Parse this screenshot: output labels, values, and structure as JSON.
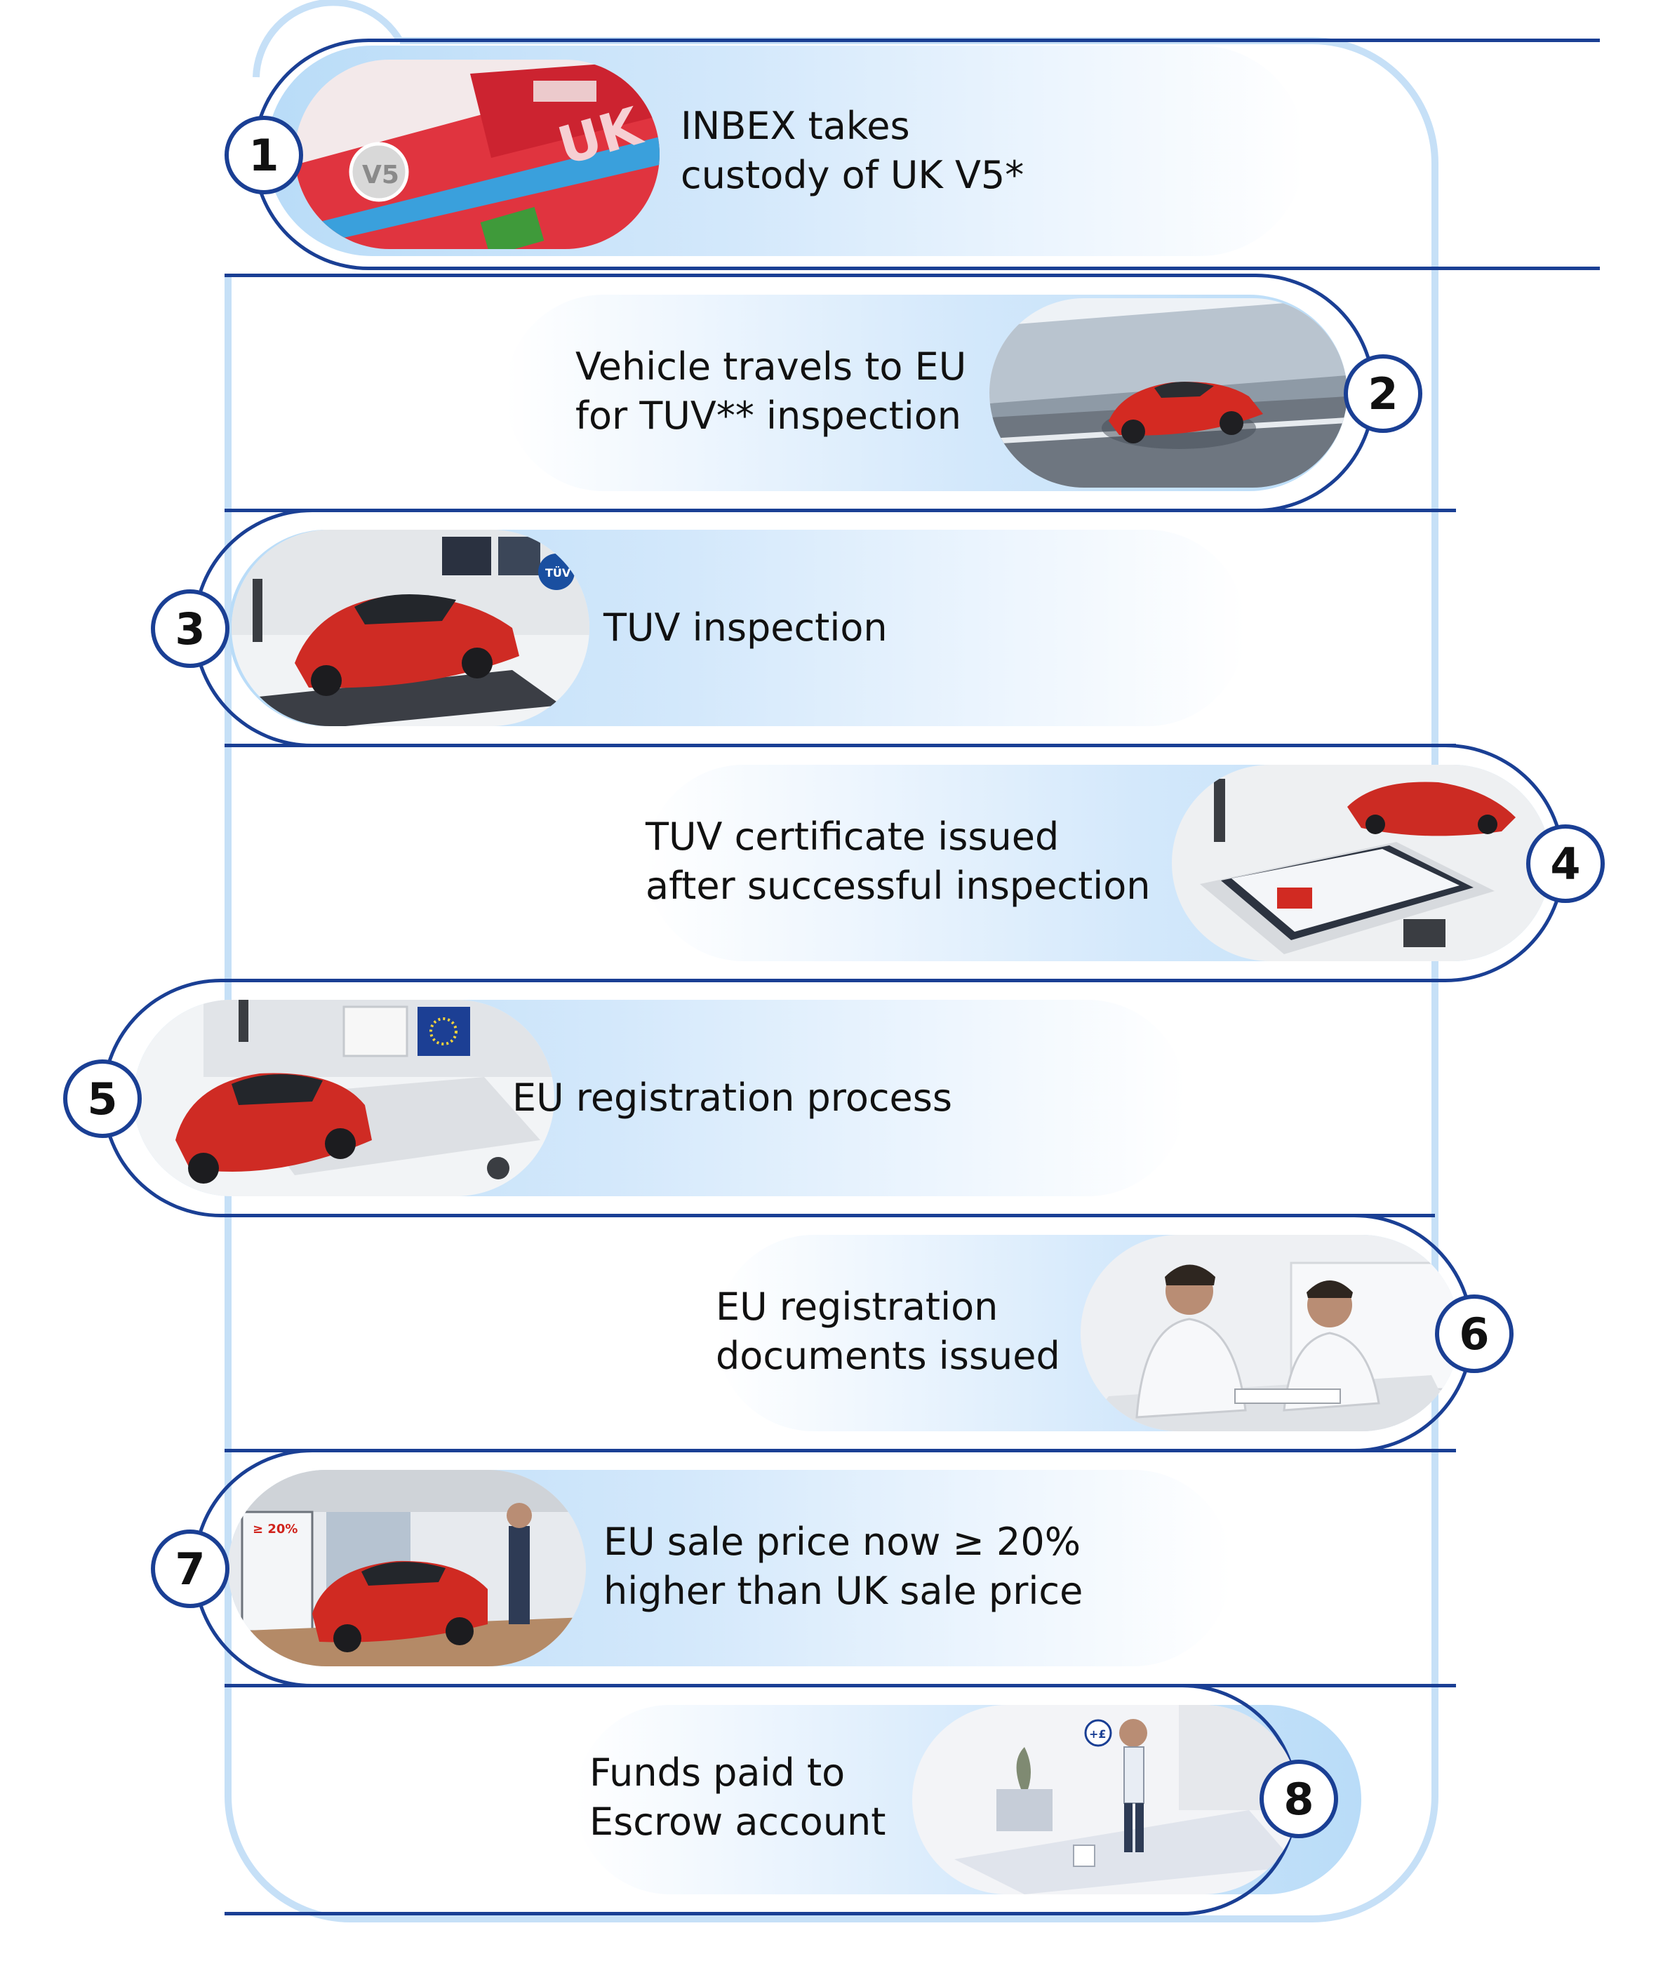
{
  "colors": {
    "outline": "#1a3f94",
    "frame": "#bfdcf6",
    "fill": "#c6e2fa"
  },
  "steps": [
    {
      "number": "1",
      "lines": [
        "INBEX takes",
        "custody of UK V5*"
      ],
      "image_icon": "v5-document-photo"
    },
    {
      "number": "2",
      "lines": [
        "Vehicle travels to EU",
        "for TUV** inspection"
      ],
      "image_icon": "car-coastal-road-photo"
    },
    {
      "number": "3",
      "lines": [
        "TUV inspection"
      ],
      "image_icon": "inspection-garage-photo"
    },
    {
      "number": "4",
      "lines": [
        "TUV certificate issued",
        "after successful inspection"
      ],
      "image_icon": "certificate-screen-photo"
    },
    {
      "number": "5",
      "lines": [
        "EU registration process"
      ],
      "image_icon": "eu-registration-showroom-photo"
    },
    {
      "number": "6",
      "lines": [
        "EU registration",
        "documents issued"
      ],
      "image_icon": "office-documents-photo"
    },
    {
      "number": "7",
      "lines": [
        "EU sale price now ≥ 20%",
        "higher than UK sale price"
      ],
      "image_icon": "car-dealership-photo"
    },
    {
      "number": "8",
      "lines": [
        "Funds paid to",
        "Escrow account"
      ],
      "image_icon": "escrow-payment-photo"
    }
  ],
  "photo_text": {
    "v5_tab": "UK",
    "v5_badge": "V5",
    "tuv_badge": "TÜV",
    "price_tag": "≥ 20%",
    "funds_bubble": "+£"
  }
}
